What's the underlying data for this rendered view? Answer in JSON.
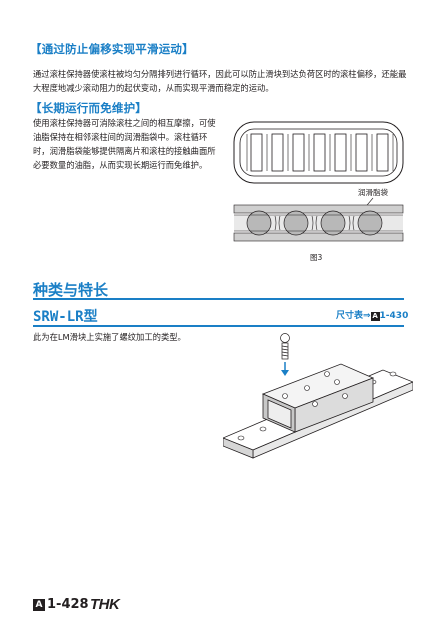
{
  "section_feature1": {
    "title": "【通过防止偏移实现平滑运动】",
    "text": "通过滚柱保持器使滚柱被均匀分隔排列进行循环，因此可以防止滑块到达负荷区时的滚柱偏移，还能最大程度地减少滚动阻力的起伏变动，从而实现平滑而稳定的运动。"
  },
  "section_feature2": {
    "title": "【长期运行而免维护】",
    "text": "使用滚柱保持器可消除滚柱之间的相互摩擦，可使油脂保持在相邻滚柱间的润滑脂袋中。滚柱循环时，润滑脂袋能够提供隔离片和滚柱的接触曲面所必要数量的油脂，从而实现长期运行而免维护。"
  },
  "figure": {
    "label": "润滑脂袋",
    "caption": "图3"
  },
  "types_section": {
    "title": "种类与特长"
  },
  "model": {
    "name": "SRW-LR型",
    "dims_ref": "尺寸表⇒",
    "dims_page": "1-430",
    "dims_icon": "A",
    "description": "此为在LM滑块上实施了螺纹加工的类型。"
  },
  "footer": {
    "page_icon": "A",
    "page_number": "1-428",
    "brand": "THK"
  },
  "colors": {
    "accent": "#1a7fc6",
    "text": "#231f20"
  }
}
